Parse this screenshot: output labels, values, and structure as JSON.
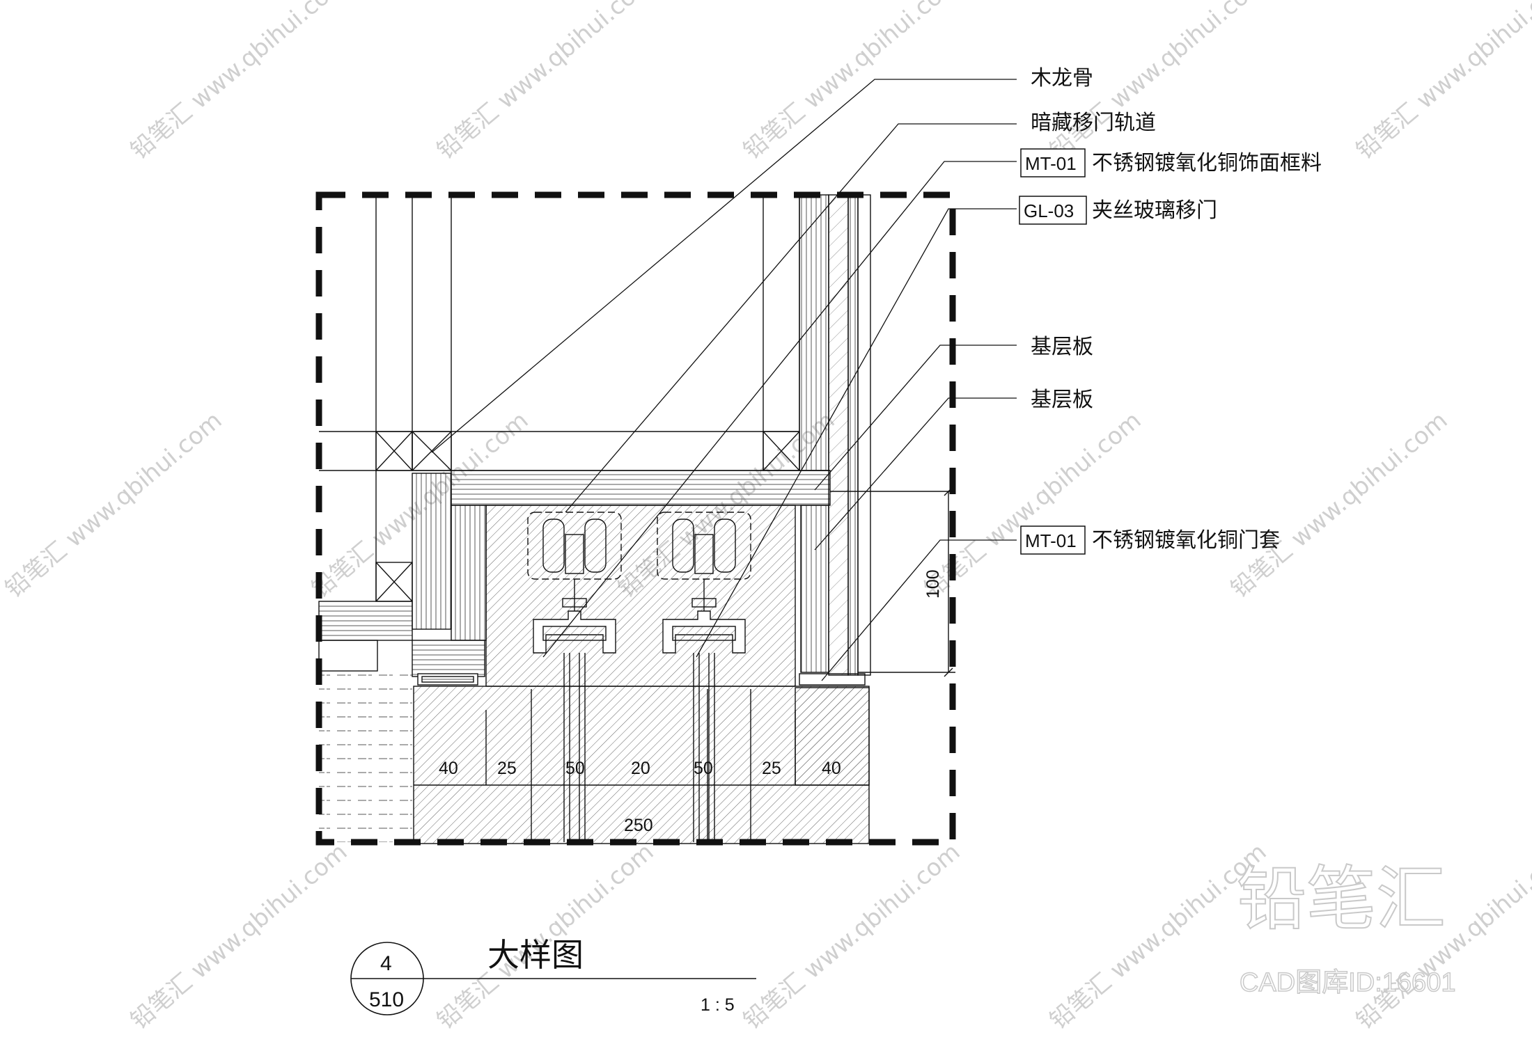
{
  "labels": {
    "wood_keel": "木龙骨",
    "hidden_track": "暗藏移门轨道",
    "frame_code": "MT-01",
    "frame_text": "不锈钢镀氧化铜饰面框料",
    "glass_code": "GL-03",
    "glass_text": "夹丝玻璃移门",
    "base_board_1": "基层板",
    "base_board_2": "基层板",
    "door_cover_code": "MT-01",
    "door_cover_text": "不锈钢镀氧化铜门套"
  },
  "dimensions": {
    "segments": [
      "40",
      "25",
      "50",
      "20",
      "50",
      "25",
      "40"
    ],
    "total": "250",
    "vertical": "100"
  },
  "title_block": {
    "title": "大样图",
    "detail_number": "4",
    "sheet_number": "510",
    "scale": "1 : 5"
  },
  "watermark": {
    "brand": "铅笔汇",
    "url": "www.qbihui.com",
    "id_text": "CAD图库ID:16601"
  }
}
